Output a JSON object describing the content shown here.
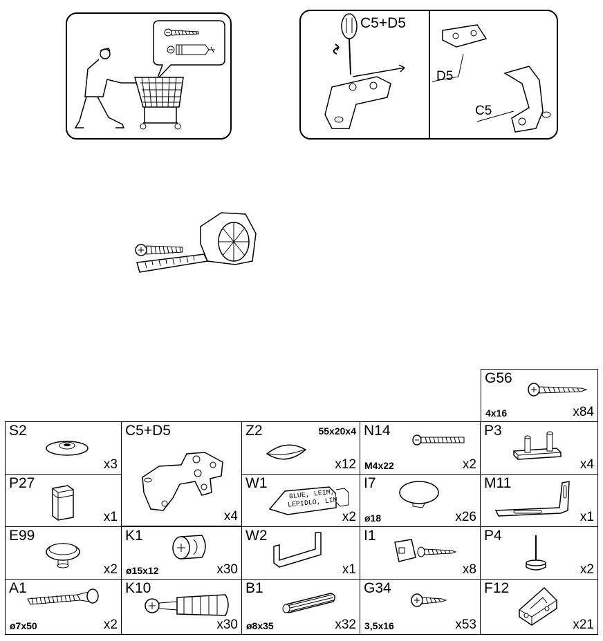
{
  "instruction_panels": {
    "hinge_label": "C5+D5",
    "part_d5": "D5",
    "part_c5": "C5"
  },
  "parts": [
    {
      "code": "G56",
      "qty": "x84",
      "dim": "4x16",
      "icon": "screw-icon"
    },
    {
      "code": "S2",
      "qty": "x3",
      "dim": "",
      "icon": "cap-icon"
    },
    {
      "code": "C5+D5",
      "qty": "x4",
      "dim": "",
      "icon": "hinge-icon"
    },
    {
      "code": "Z2",
      "qty": "x12",
      "dim": "55x20x4",
      "icon": "biscuit-icon"
    },
    {
      "code": "N14",
      "qty": "x2",
      "dim": "M4x22",
      "icon": "bolt-icon"
    },
    {
      "code": "P3",
      "qty": "x4",
      "dim": "",
      "icon": "shelf-support-icon"
    },
    {
      "code": "P27",
      "qty": "x1",
      "dim": "",
      "icon": "foot-icon"
    },
    {
      "code": "W1",
      "qty": "x2",
      "dim": "",
      "icon": "glue-bottle-icon",
      "glue_text_1": "GLUE, LEIM,",
      "glue_text_2": "LEPIDLO, LIM"
    },
    {
      "code": "I7",
      "qty": "x26",
      "dim": "ø18",
      "icon": "cover-cap-icon"
    },
    {
      "code": "M11",
      "qty": "x1",
      "dim": "",
      "icon": "bracket-icon"
    },
    {
      "code": "E99",
      "qty": "x2",
      "dim": "",
      "icon": "knob-icon"
    },
    {
      "code": "K1",
      "qty": "x30",
      "dim": "ø15x12",
      "icon": "cam-lock-icon"
    },
    {
      "code": "W2",
      "qty": "x1",
      "dim": "",
      "icon": "allen-key-icon"
    },
    {
      "code": "I1",
      "qty": "x8",
      "dim": "",
      "icon": "corner-fitting-icon"
    },
    {
      "code": "P4",
      "qty": "x2",
      "dim": "",
      "icon": "pin-icon"
    },
    {
      "code": "A1",
      "qty": "x2",
      "dim": "ø7x50",
      "icon": "long-screw-icon"
    },
    {
      "code": "K10",
      "qty": "x30",
      "dim": "",
      "icon": "cam-dowel-icon"
    },
    {
      "code": "B1",
      "qty": "x32",
      "dim": "ø8x35",
      "icon": "dowel-icon"
    },
    {
      "code": "G34",
      "qty": "x53",
      "dim": "3,5x16",
      "icon": "screw-icon"
    },
    {
      "code": "F12",
      "qty": "x21",
      "dim": "",
      "icon": "corner-bracket-icon"
    }
  ]
}
